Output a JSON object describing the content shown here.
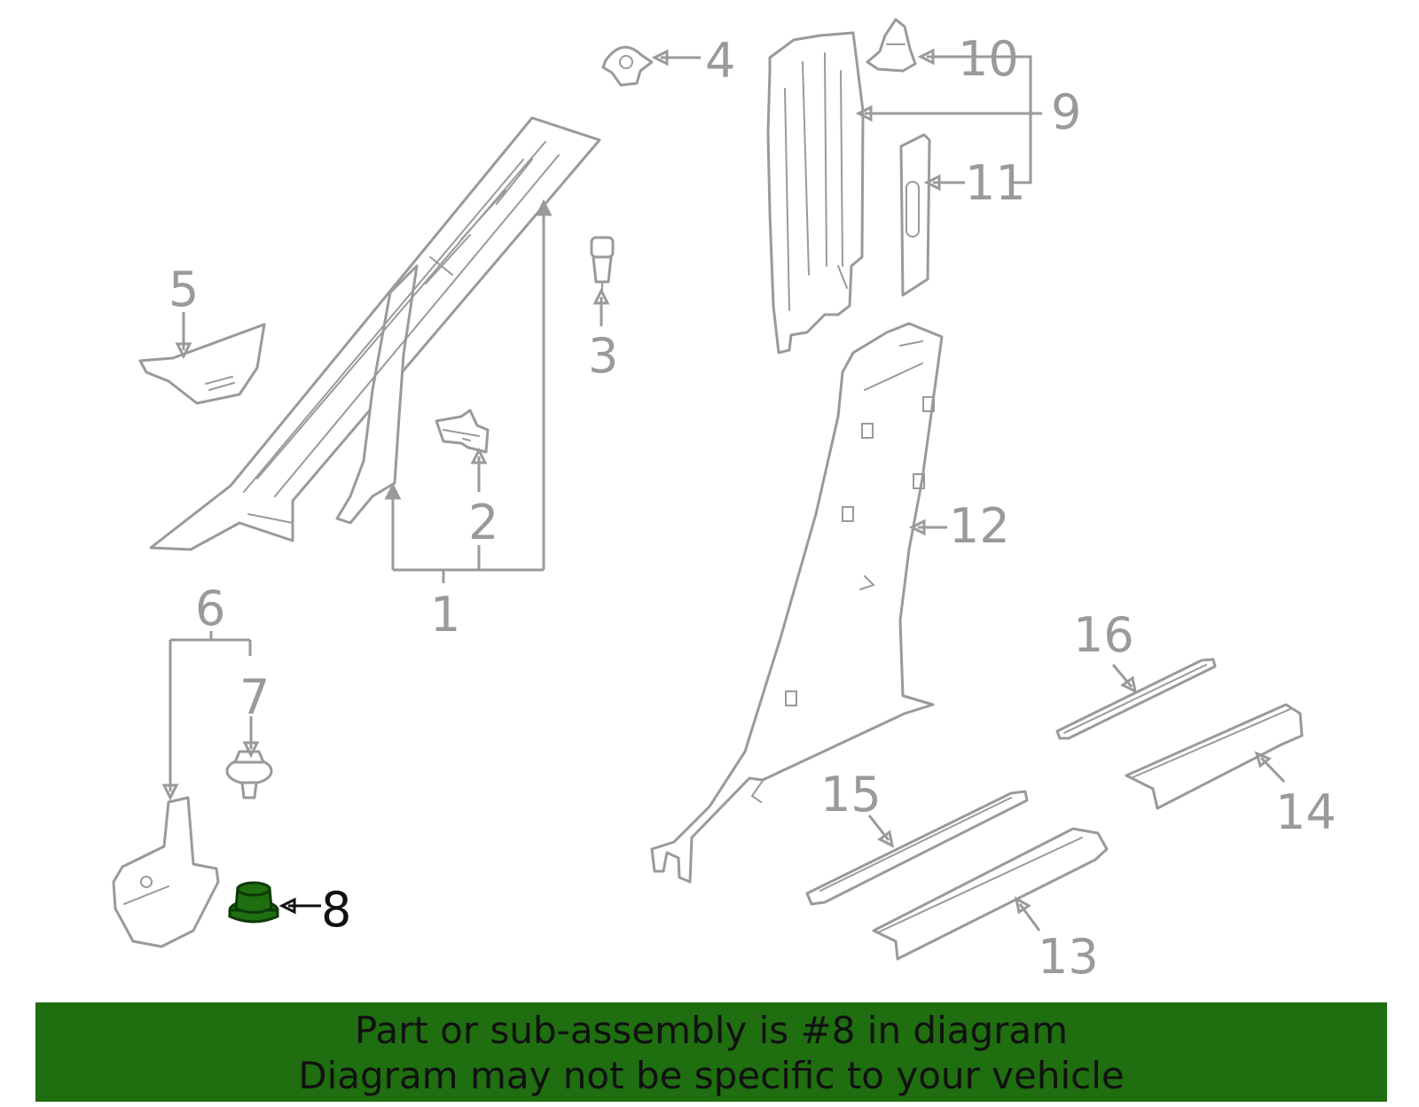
{
  "callouts": [
    {
      "id": "1",
      "text": "1"
    },
    {
      "id": "2",
      "text": "2"
    },
    {
      "id": "3",
      "text": "3"
    },
    {
      "id": "4",
      "text": "4"
    },
    {
      "id": "5",
      "text": "5"
    },
    {
      "id": "6",
      "text": "6"
    },
    {
      "id": "7",
      "text": "7"
    },
    {
      "id": "8",
      "text": "8"
    },
    {
      "id": "9",
      "text": "9"
    },
    {
      "id": "10",
      "text": "10"
    },
    {
      "id": "11",
      "text": "11"
    },
    {
      "id": "12",
      "text": "12"
    },
    {
      "id": "13",
      "text": "13"
    },
    {
      "id": "14",
      "text": "14"
    },
    {
      "id": "15",
      "text": "15"
    },
    {
      "id": "16",
      "text": "16"
    }
  ],
  "highlighted_part": "8",
  "colors": {
    "highlight": "#1f6e10",
    "linework": "#9a9a9a",
    "active_label": "#111111"
  },
  "banner": {
    "line1": "Part or sub-assembly is #8 in diagram",
    "line2": "Diagram may not be specific to your vehicle"
  }
}
